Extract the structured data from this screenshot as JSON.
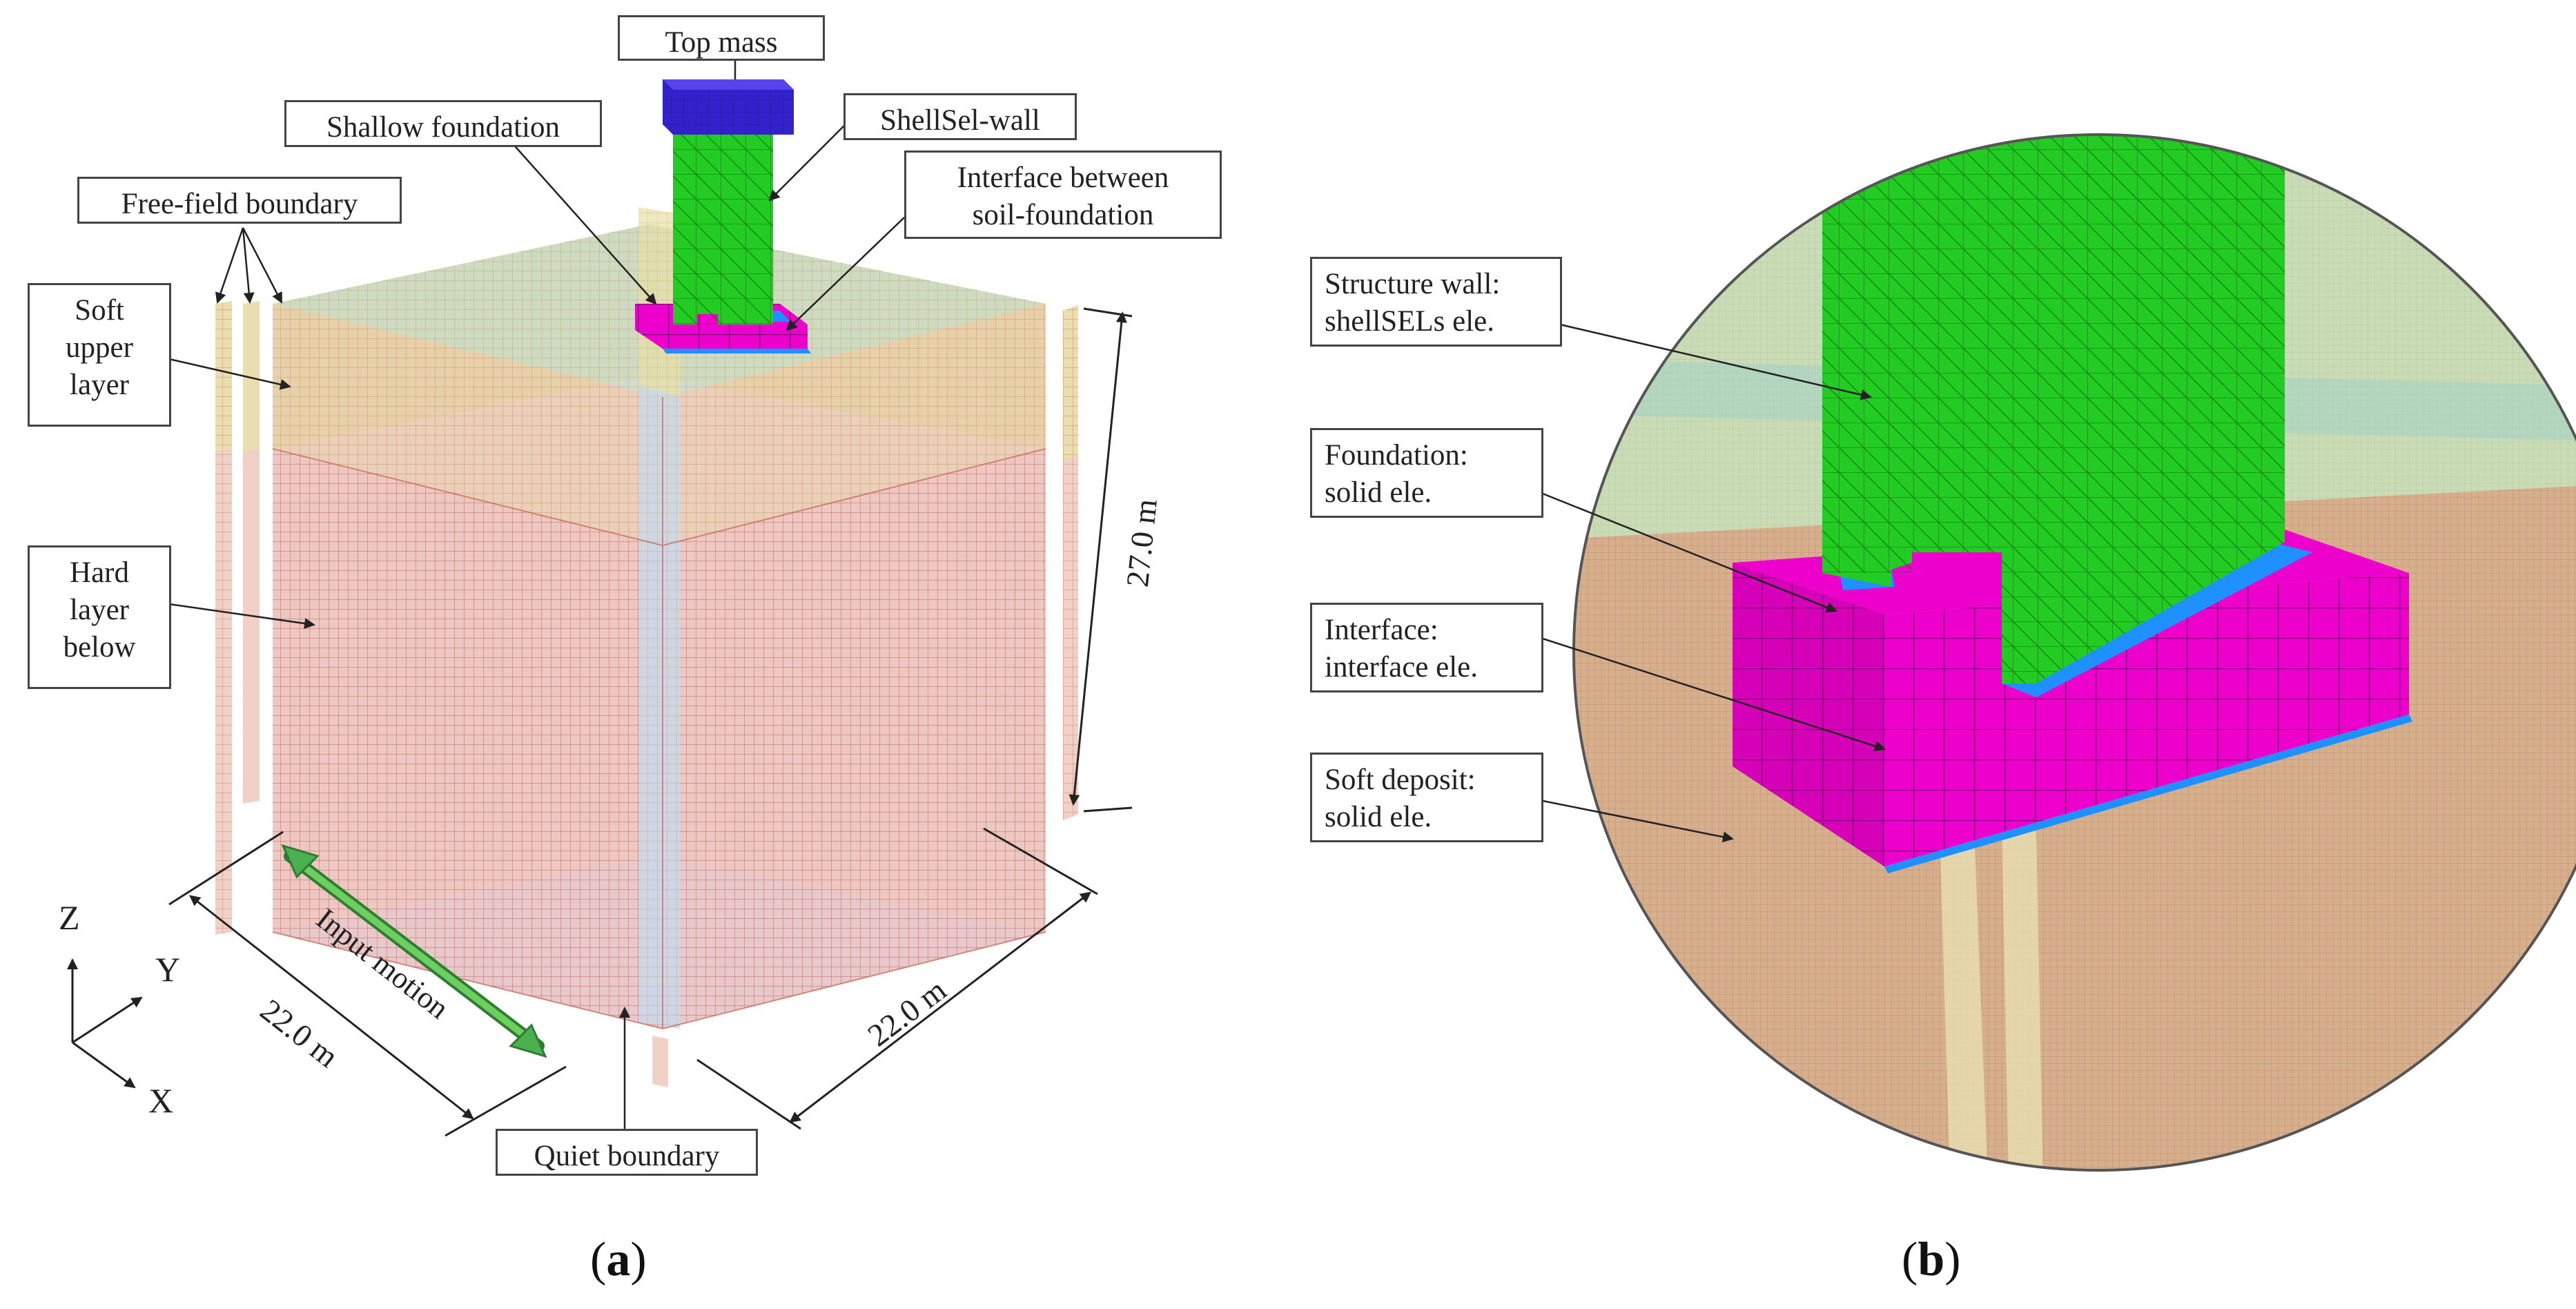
{
  "panel_a": {
    "label_open": "(",
    "label_letter": "a",
    "label_close": ")",
    "callouts": {
      "top_mass": "Top mass",
      "shallow_foundation": "Shallow foundation",
      "shellsel_wall": "ShellSel-wall",
      "interface_line1": "Interface between",
      "interface_line2": "soil-foundation",
      "free_field": "Free-field boundary",
      "soft_line1": "Soft",
      "soft_line2": "upper",
      "soft_line3": "layer",
      "hard_line1": "Hard",
      "hard_line2": "layer",
      "hard_line3": "below",
      "quiet_boundary": "Quiet boundary"
    },
    "dimensions": {
      "height": "27.0 m",
      "width_x": "22.0 m",
      "width_y": "22.0 m"
    },
    "input_motion": "Input motion",
    "axes": {
      "z": "Z",
      "y": "Y",
      "x": "X"
    }
  },
  "panel_b": {
    "label_open": "(",
    "label_letter": "b",
    "label_close": ")",
    "callouts": {
      "wall_line1": "Structure wall:",
      "wall_line2": "shellSELs ele.",
      "foundation_line1": "Foundation:",
      "foundation_line2": "solid ele.",
      "interface_line1": "Interface:",
      "interface_line2": "interface ele.",
      "soft_line1": "Soft deposit:",
      "soft_line2": "solid ele."
    }
  },
  "colors": {
    "soft_layer": "#e8e0a8",
    "hard_layer": "#d9897a",
    "mesh_line": "#b56a5e",
    "wall": "#22cc22",
    "foundation": "#ee00cc",
    "interface": "#1e90ff",
    "top_mass": "#3322cc",
    "quiet_boundary": "#c8d8ee",
    "input_arrow": "#4caf50"
  }
}
